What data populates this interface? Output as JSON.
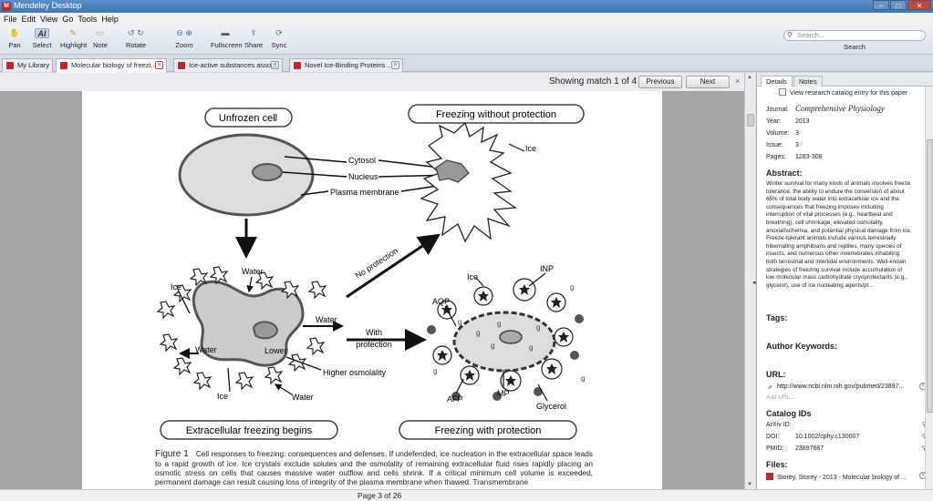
{
  "window": {
    "title": "Mendeley Desktop",
    "minimize": "–",
    "maximize": "□",
    "close": "✕"
  },
  "menu": [
    "File",
    "Edit",
    "View",
    "Go",
    "Tools",
    "Help"
  ],
  "toolbar": {
    "tools": [
      {
        "label": "Pan",
        "icon": "hand-icon",
        "glyph": "✋"
      },
      {
        "label": "Select",
        "icon": "text-select-icon",
        "glyph": "AI"
      },
      {
        "label": "Highlight",
        "icon": "highlighter-icon",
        "glyph": "✎"
      },
      {
        "label": "Note",
        "icon": "note-icon",
        "glyph": "▭"
      },
      {
        "label": "Rotate",
        "icon": "rotate-icon",
        "glyph": "↺ ↻"
      },
      {
        "label": "Zoom",
        "icon": "zoom-icon",
        "glyph": "⊖ ⊕"
      },
      {
        "label": "Fullscreen",
        "icon": "fullscreen-icon",
        "glyph": "▬"
      },
      {
        "label": "Share",
        "icon": "share-icon",
        "glyph": "⇪"
      },
      {
        "label": "Sync",
        "icon": "sync-icon",
        "glyph": "⟳"
      }
    ],
    "search_placeholder": "Search...",
    "search_label": "Search"
  },
  "tabs": [
    {
      "label": "My Library",
      "active": false
    },
    {
      "label": "Molecular biology of freezi...",
      "active": true
    },
    {
      "label": "Ice-active substances asso...",
      "active": false
    },
    {
      "label": "Novel Ice-Binding Proteins ...",
      "active": false
    }
  ],
  "find": {
    "status": "Showing match 1 of 4",
    "previous": "Previous",
    "next": "Next",
    "close": "×"
  },
  "document": {
    "page_status": "Page 3 of 26",
    "figure": {
      "unfrozen": "Unfrozen cell",
      "freezing_without": "Freezing without protection",
      "extracellular": "Extracellular freezing begins",
      "freezing_with": "Freezing with protection",
      "cytosol": "Cytosol",
      "nucleus": "Nucleus",
      "plasma_membrane": "Plasma membrane",
      "ice": "Ice",
      "water": "Water",
      "lower": "Lower",
      "higher_osmolality": "Higher osmolality",
      "no_protection": "No protection",
      "with": "With",
      "protection": "protection",
      "aqp": "AQP",
      "inp": "INP",
      "afp": "AFP",
      "mp": "MP",
      "glycerol": "Glycerol",
      "g": "g"
    },
    "caption_label": "Figure 1",
    "caption_text": "Cell responses to freezing: consequences and defenses. If undefended, ice nucleation in the extracellular space leads to a rapid growth of ice. Ice crystals exclude solutes and the osmolality of remaining extracellular fluid rises rapidly placing an osmotic stress on cells that causes massive water outflow and cells shrink. If a critical minimum cell volume is exceeded, permanent damage can result causing loss of integrity of the plasma membrane when thawed. Transmembrane"
  },
  "details": {
    "tabs": [
      "Details",
      "Notes"
    ],
    "catalog_link": "View research catalog entry for this paper",
    "journal_label": "Journal:",
    "journal": "Comprehensive Physiology",
    "year_label": "Year:",
    "year": "2013",
    "volume_label": "Volume:",
    "volume": "3",
    "issue_label": "Issue:",
    "issue": "3",
    "pages_label": "Pages:",
    "pages": "1283-308",
    "abstract_heading": "Abstract:",
    "abstract": "Winter survival for many kinds of animals involves freeze tolerance, the ability to endure the conversion of about 65% of total body water into extracellular ice and the consequences that freezing imposes including interruption of vital processes (e.g., heartbeat and breathing), cell shrinkage, elevated osmolality, anoxia/ischemia, and potential physical damage from ice. Freeze-tolerant animals include various terrestrially hibernating amphibians and reptiles, many species of insects, and numerous other invertebrates inhabiting both terrestrial and intertidal environments. Well-known strategies of freezing survival include accumulation of low molecular mass carbohydrate cryoprotectants (e.g., glycerol), use of ice nucleating agents/pr...",
    "tags_heading": "Tags:",
    "keywords_heading": "Author Keywords:",
    "url_heading": "URL:",
    "url": "http://www.ncbi.nlm.nih.gov/pubmed/23897...",
    "add_url": "Add URL...",
    "catalog_heading": "Catalog IDs",
    "arxiv_label": "ArXiv ID:",
    "arxiv": "",
    "doi_label": "DOI:",
    "doi": "10.1002/cphy.c130007",
    "pmid_label": "PMID:",
    "pmid": "23897687",
    "files_heading": "Files:",
    "file": "Storey, Storey - 2013 - Molecular biology of ..."
  }
}
